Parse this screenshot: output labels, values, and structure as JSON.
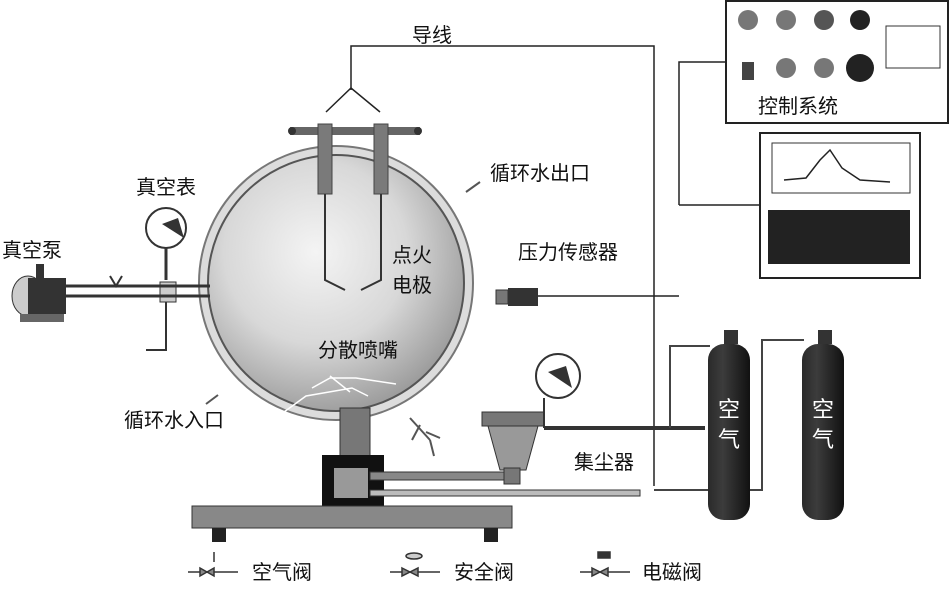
{
  "labels": {
    "wire": "导线",
    "control_system": "控制系统",
    "vacuum_gauge": "真空表",
    "vacuum_pump": "真空泵",
    "water_outlet": "循环水出口",
    "pressure_sensor": "压力传感器",
    "ignition_electrode": "点火电极",
    "dispersion_nozzle": "分散喷嘴",
    "water_inlet": "循环水入口",
    "dust_collector": "集尘器",
    "air_cylinder_1": "空气",
    "air_cylinder_2": "空气"
  },
  "legend": [
    {
      "icon": "air-valve-icon",
      "label": "空气阀"
    },
    {
      "icon": "safety-valve-icon",
      "label": "安全阀"
    },
    {
      "icon": "solenoid-valve-icon",
      "label": "电磁阀"
    }
  ],
  "colors": {
    "line": "#222222",
    "sphere_light": "#e9e9e9",
    "sphere_dark": "#9a9a9a",
    "cylinder": "#1c1c1c",
    "metal": "#8a8a8a"
  }
}
